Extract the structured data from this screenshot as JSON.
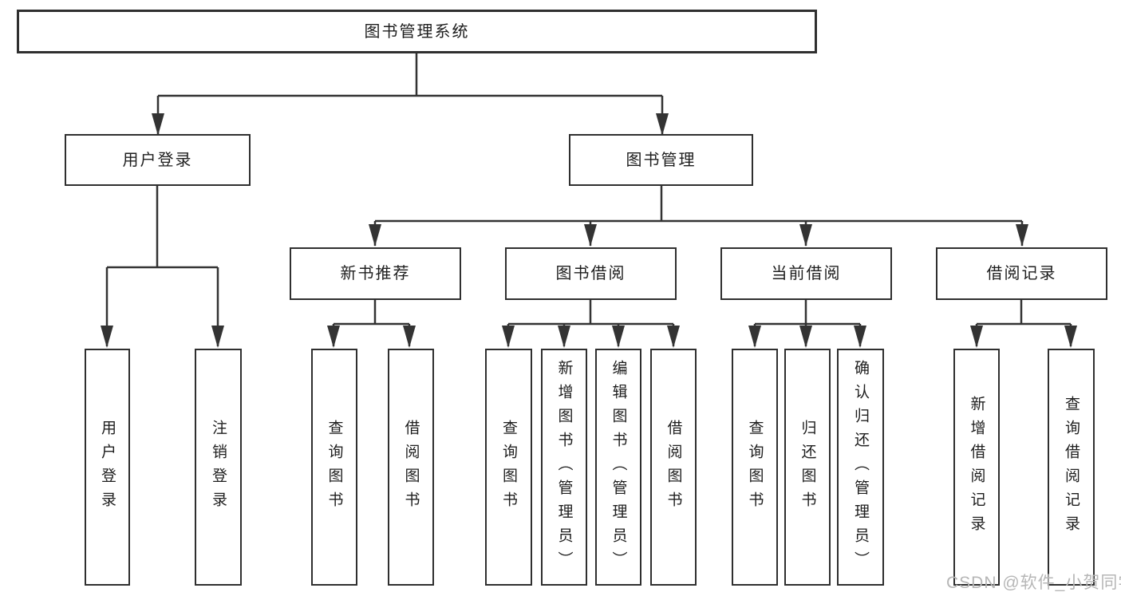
{
  "diagram": {
    "root": "图书管理系统",
    "branches": [
      "用户登录",
      "图书管理"
    ],
    "modules": [
      "新书推荐",
      "图书借阅",
      "当前借阅",
      "借阅记录"
    ],
    "login_leaves": [
      "用户登录",
      "注销登录"
    ],
    "recommend_leaves": [
      "查询图书",
      "借阅图书"
    ],
    "borrow_leaves": [
      "查询图书",
      "新增图书（管理员）",
      "编辑图书（管理员）",
      "借阅图书"
    ],
    "current_leaves": [
      "查询图书",
      "归还图书",
      "确认归还（管理员）"
    ],
    "record_leaves": [
      "新增借阅记录",
      "查询借阅记录"
    ]
  },
  "watermark": "CSDN @软件_小贺同学"
}
